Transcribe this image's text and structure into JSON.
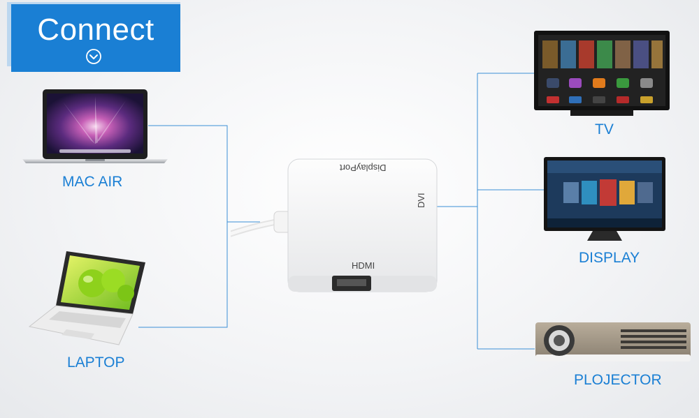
{
  "header": {
    "title": "Connect",
    "chevron_icon": "chevron-down-circle-icon"
  },
  "sources": [
    {
      "label": "MAC AIR"
    },
    {
      "label": "LAPTOP"
    }
  ],
  "adapter": {
    "top_label": "DisplayPort",
    "right_label": "DVI",
    "front_label": "HDMI"
  },
  "outputs": [
    {
      "label": "TV"
    },
    {
      "label": "DISPLAY"
    },
    {
      "label": "PLOJECTOR"
    }
  ],
  "colors": {
    "accent": "#1a7fd4",
    "line": "#3b8fd6"
  }
}
